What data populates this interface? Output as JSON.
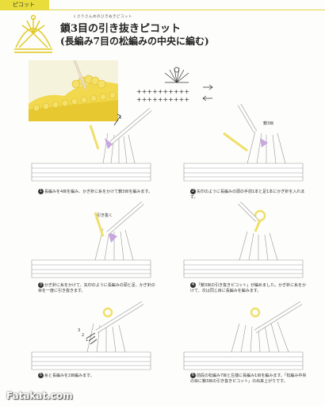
{
  "header": {
    "tab_label": "ピコット"
  },
  "title": {
    "ruby": "くさりさんめのひきぬきピコット",
    "line1": "鎖3目の引き抜きピコット",
    "line2": "(長編み7目の松編みの中央に編む)"
  },
  "steps": [
    {
      "num": "1",
      "text": "長編みを4目を編み、かぎ針に糸をかけて鎖3目を編みます。"
    },
    {
      "num": "2",
      "text": "矢印のように長編みの頭の手前1本と足1本にかぎ針を入れます。"
    },
    {
      "num": "3",
      "text": "かぎ針に糸をかけて、矢印のように長編みの頭と足、かぎ針の目を一度に引き抜きます。"
    },
    {
      "num": "4",
      "text": "「鎖3目の引き抜きピコット」が編めました。かぎ針に糸をかけて、次は同じ目に長編みを編みます。"
    },
    {
      "num": "5",
      "text": "糸と長編みを2目編みます。"
    },
    {
      "num": "6",
      "text": "前段の松編み7目と左端に長編み1目を編みます。「松編み中央の目に鎖3目の引き抜きピコット」の出来上がりです。"
    }
  ],
  "labels": {
    "chain3": "鎖3目",
    "pull_through": "引き抜く",
    "n1": "1",
    "n2": "2",
    "n3": "3"
  },
  "watermark": "Fatakat.com",
  "colors": {
    "accent_yellow": "#e8dd3a",
    "yarn_yellow": "#f0df6a",
    "hook_lavender": "#c9a6e0"
  }
}
